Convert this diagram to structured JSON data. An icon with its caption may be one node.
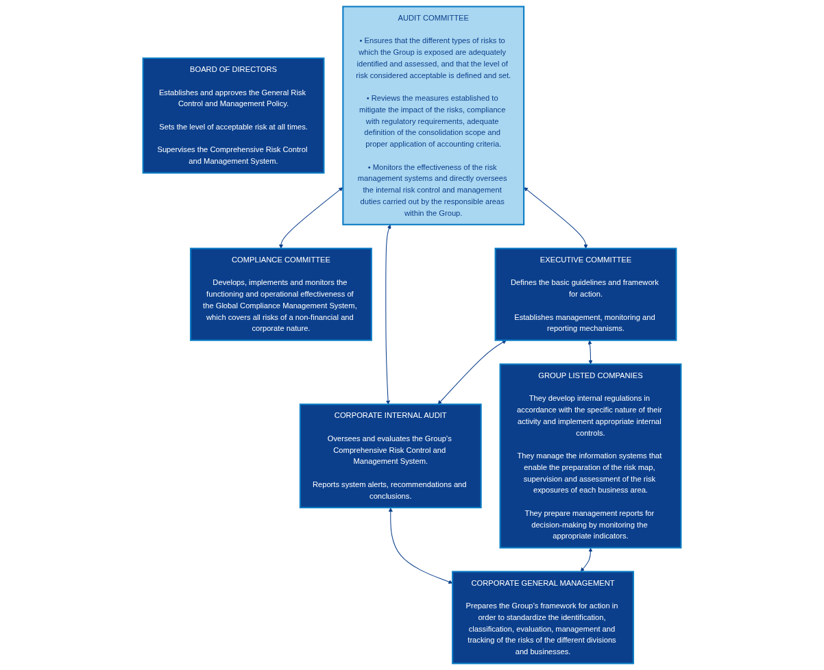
{
  "diagram": {
    "nodes": [
      {
        "text": [
          "BOARD OF DIRECTORS",
          "Establishes and approves the General Risk Control and Management Policy.",
          "Sets the level of acceptable risk at all times.",
          "Supervises the Comprehensive Risk Control and Management System."
        ]
      },
      {
        "text": [
          "AUDIT COMMITTEE",
          "• Ensures that the different types of risks to which the Group is exposed are adequately identified and assessed, and that the level of risk considered acceptable is defined and set.",
          "• Reviews the measures established to mitigate the impact of the risks, compliance with regulatory requirements, adequate definition of the consolidation scope and proper application of accounting criteria.",
          "• Monitors the effectiveness of the risk management systems and directly oversees the internal risk control and management duties carried out by the responsible areas within the Group."
        ]
      },
      {
        "text": [
          "COMPLIANCE COMMITTEE",
          "Develops, implements and monitors the functioning and operational effectiveness of the Global Compliance Management System, which covers all risks of a non-financial and corporate nature."
        ]
      },
      {
        "text": [
          "EXECUTIVE COMMITTEE",
          "Defines the basic guidelines and framework for action.",
          "Establishes management, monitoring and reporting mechanisms."
        ]
      },
      {
        "text": [
          "CORPORATE INTERNAL AUDIT",
          "Oversees and evaluates the Group’s Comprehensive Risk Control and Management System.",
          "Reports system alerts, recommendations and conclusions."
        ]
      },
      {
        "text": [
          "GROUP LISTED COMPANIES",
          "They develop internal regulations in accordance with the specific nature of their activity and implement appropriate internal controls.",
          "They manage the information systems that enable the preparation of the risk map, supervision and assessment of the risk exposures of each business area.",
          "They prepare management reports for decision-making by monitoring the appropriate indicators."
        ]
      },
      {
        "text": [
          "CORPORATE GENERAL MANAGEMENT",
          "Prepares the Group’s framework for action in order to standardize the identification, classification, evaluation, management and tracking of the risks of the different divisions and businesses."
        ]
      }
    ],
    "edges": [
      {
        "from": 1,
        "to": 2,
        "arrow": "both"
      },
      {
        "from": 1,
        "to": 3,
        "arrow": "both"
      },
      {
        "from": 1,
        "to": 4,
        "arrow": "both"
      },
      {
        "from": 3,
        "to": 4,
        "arrow": "both"
      },
      {
        "from": 3,
        "to": 5,
        "arrow": "both"
      },
      {
        "from": 4,
        "to": 6,
        "arrow": "both"
      },
      {
        "from": 5,
        "to": 6,
        "arrow": "both"
      }
    ]
  }
}
